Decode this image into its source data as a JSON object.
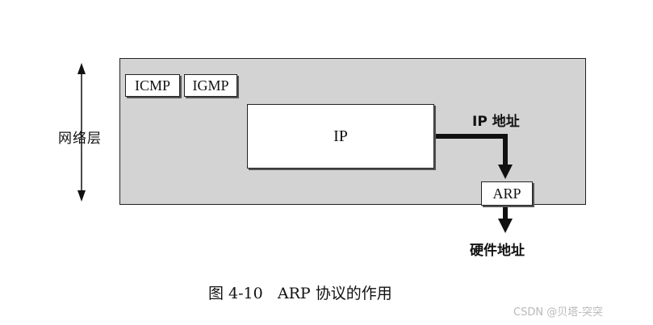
{
  "diagram": {
    "layer_label": "网络层",
    "protocols": {
      "icmp": "ICMP",
      "igmp": "IGMP",
      "ip": "IP",
      "arp": "ARP"
    },
    "ip_address_label": "IP 地址",
    "hardware_address_label": "硬件地址",
    "caption": "图 4-10   ARP 协议的作用"
  },
  "watermark": "CSDN @贝塔-突突",
  "colors": {
    "layer_fill": "#d3d3d3",
    "box_fill": "#ffffff",
    "stroke": "#222222"
  }
}
